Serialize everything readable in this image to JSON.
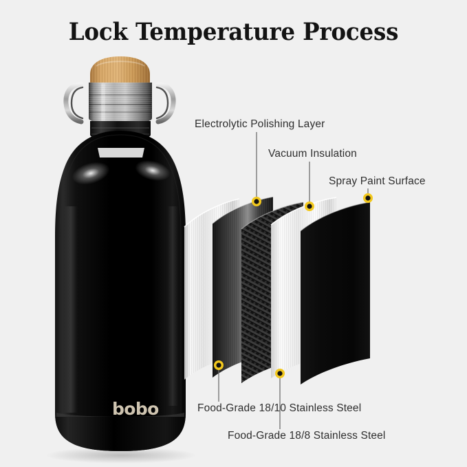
{
  "header": {
    "title": "Lock Temperature Process"
  },
  "background_color": "#f0f0f0",
  "product": {
    "brand_logo": "bobo",
    "logo_color": "#cfc4b0",
    "body_color": "#0a0a0a",
    "cap": {
      "wood_color": "#c99a5b",
      "collar_color": "#b9b9b9",
      "handle_color": "#cfcfcf"
    }
  },
  "callouts": {
    "marker_ring_color": "#f2c81e",
    "marker_core_color": "#111111",
    "leader_color": "#6f6f6f",
    "top": [
      {
        "id": "electrolytic-polishing-layer",
        "label": "Electrolytic Polishing Layer"
      },
      {
        "id": "vacuum-insulation",
        "label": "Vacuum Insulation"
      },
      {
        "id": "spray-paint-surface",
        "label": "Spray Paint Surface"
      }
    ],
    "bottom": [
      {
        "id": "food-grade-18-10",
        "label": "Food-Grade 18/10 Stainless Steel"
      },
      {
        "id": "food-grade-18-8",
        "label": "Food-Grade 18/8 Stainless Steel"
      }
    ]
  },
  "layers": [
    {
      "id": "layer-1",
      "name": "brushed-silver-outer",
      "color": "#e7e7e7",
      "finish": "brushed"
    },
    {
      "id": "layer-2",
      "name": "dark-gradient-steel",
      "color": "#1d1d1d",
      "finish": "gradient"
    },
    {
      "id": "layer-3",
      "name": "carbon-fiber-weave",
      "color": "#151515",
      "finish": "carbon-weave"
    },
    {
      "id": "layer-4",
      "name": "bright-brushed-steel",
      "color": "#f2f2f2",
      "finish": "brushed"
    },
    {
      "id": "layer-5",
      "name": "black-paint-surface",
      "color": "#090909",
      "finish": "matte"
    }
  ]
}
